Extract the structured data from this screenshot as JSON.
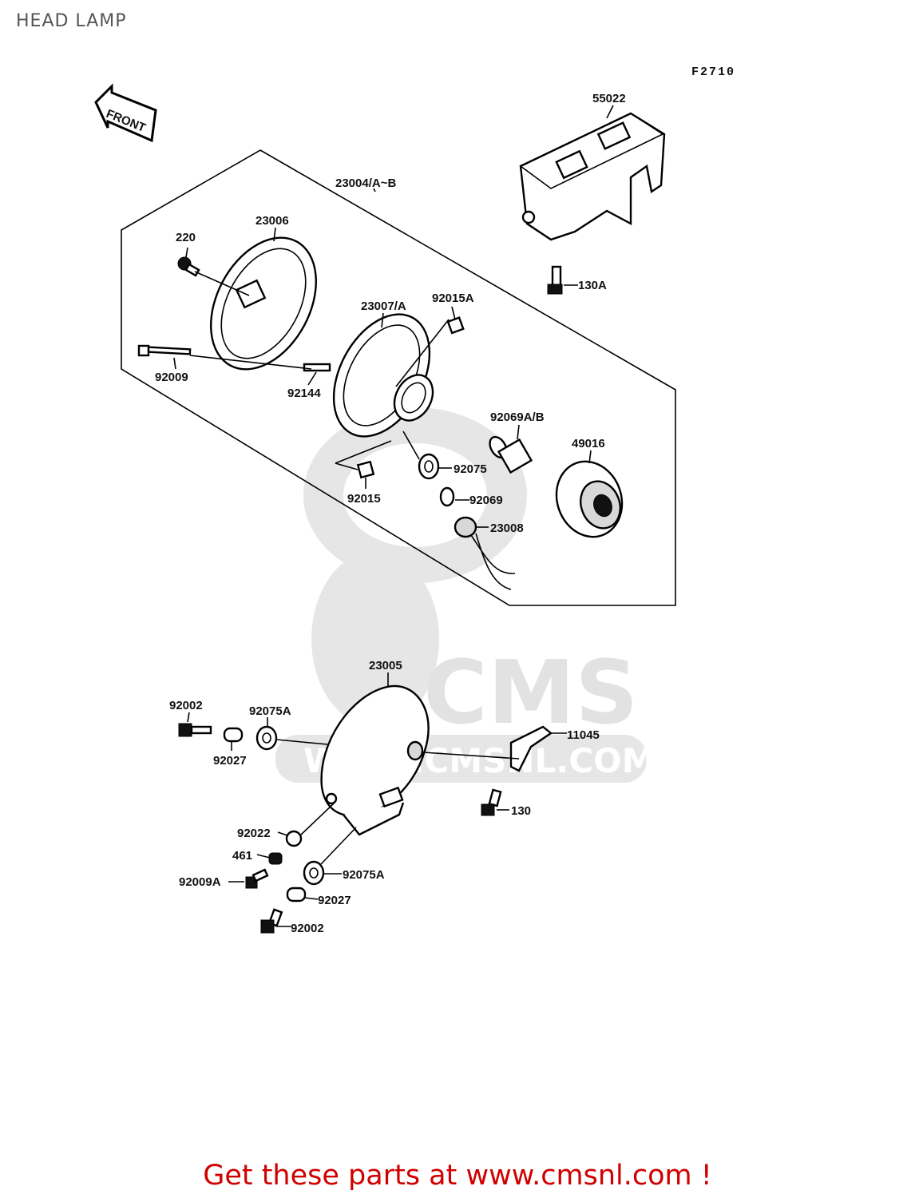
{
  "page": {
    "title": "HEAD LAMP",
    "figure_code": "F2710",
    "front_label": "FRONT",
    "cta": "Get these parts at www.cmsnl.com !"
  },
  "watermark": {
    "brand": "CMS",
    "url": "WWW.CMSNL.COM"
  },
  "parts": {
    "p55022": "55022",
    "p130A": "130A",
    "p23004": "23004/A~B",
    "p23006": "23006",
    "p220": "220",
    "p23007": "23007/A",
    "p92015A": "92015A",
    "p92009": "92009",
    "p92144": "92144",
    "p92069AB": "92069A/B",
    "p49016": "49016",
    "p92075": "92075",
    "p92015": "92015",
    "p92069": "92069",
    "p23008": "23008",
    "p23005": "23005",
    "p92002a": "92002",
    "p92075Aa": "92075A",
    "p11045": "11045",
    "p92027a": "92027",
    "p130": "130",
    "p92022": "92022",
    "p461": "461",
    "p92075Ab": "92075A",
    "p92009A": "92009A",
    "p92027b": "92027",
    "p92002b": "92002"
  }
}
